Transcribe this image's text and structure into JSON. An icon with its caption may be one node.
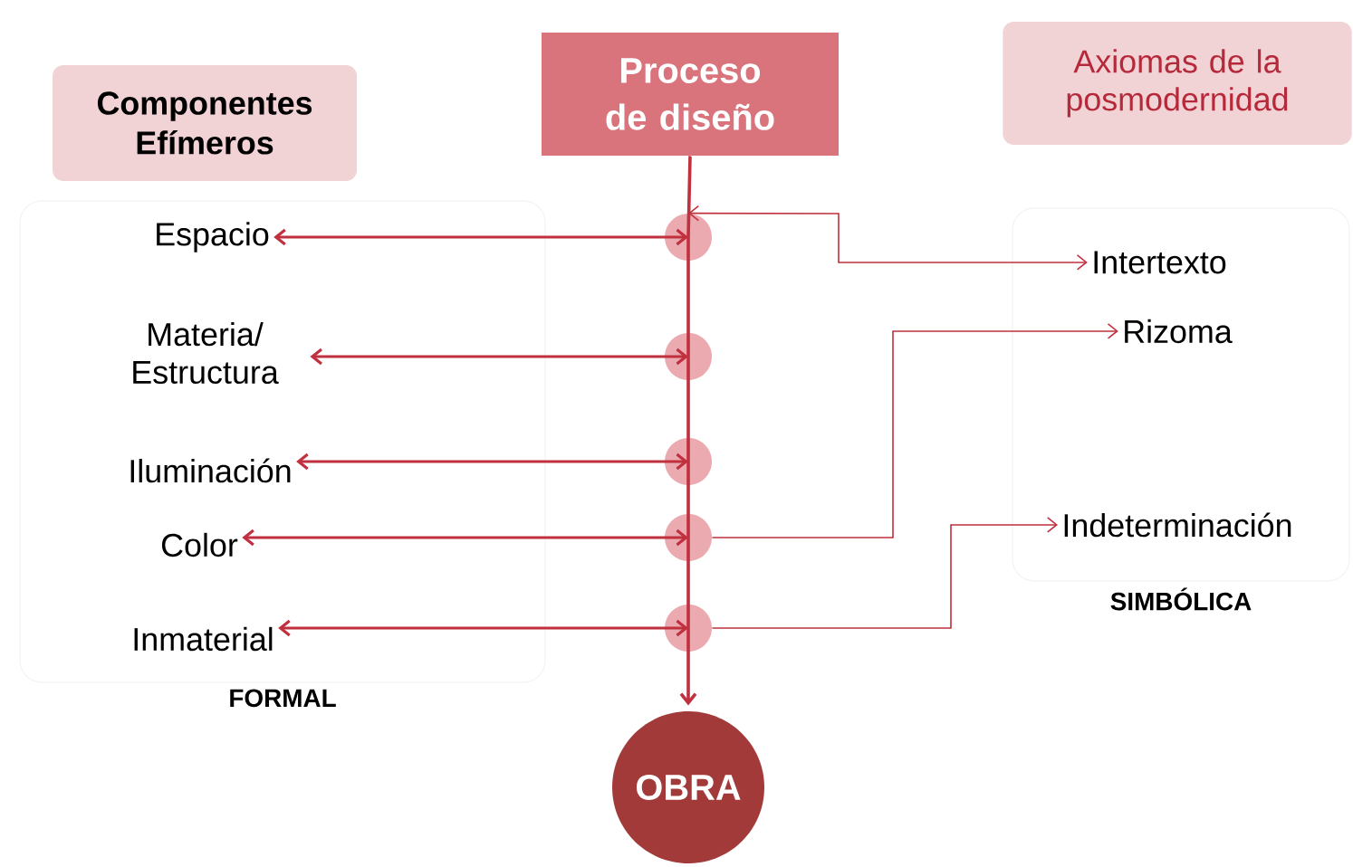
{
  "diagram": {
    "nodes": [
      {
        "text": [
          "Componentes Efímeros"
        ]
      },
      {
        "text": [
          "Proceso de diseño"
        ]
      },
      {
        "text": [
          "Axiomas de la posmodernidad"
        ]
      },
      {
        "text": [
          "FORMAL"
        ]
      },
      {
        "text": [
          "Espacio"
        ],
        "in": 3
      },
      {
        "text": [
          "Materia/ Estructura"
        ],
        "in": 3
      },
      {
        "text": [
          "Iluminación"
        ],
        "in": 3
      },
      {
        "text": [
          "Color"
        ],
        "in": 3
      },
      {
        "text": [
          "Inmaterial"
        ],
        "in": 3
      },
      {
        "text": [
          "SIMBÓLICA"
        ]
      },
      {
        "text": [
          "Intertexto"
        ],
        "in": 9
      },
      {
        "text": [
          "Rizoma"
        ],
        "in": 9
      },
      {
        "text": [
          "Indeterminación"
        ],
        "in": 9
      },
      {
        "text": [],
        "shape": "circle"
      },
      {
        "text": [],
        "shape": "circle"
      },
      {
        "text": [],
        "shape": "circle"
      },
      {
        "text": [],
        "shape": "circle"
      },
      {
        "text": [],
        "shape": "circle"
      },
      {
        "text": [
          "OBRA"
        ]
      }
    ],
    "edges": [
      {
        "from": 1,
        "to": 13,
        "arrow": "none"
      },
      {
        "from": 13,
        "to": 14,
        "arrow": "none"
      },
      {
        "from": 14,
        "to": 15,
        "arrow": "none"
      },
      {
        "from": 15,
        "to": 16,
        "arrow": "none"
      },
      {
        "from": 16,
        "to": 17,
        "arrow": "none"
      },
      {
        "from": 17,
        "to": 18,
        "arrow": "to"
      },
      {
        "from": 13,
        "to": 4,
        "arrow": "both"
      },
      {
        "from": 14,
        "to": 5,
        "arrow": "both"
      },
      {
        "from": 15,
        "to": 6,
        "arrow": "both"
      },
      {
        "from": 16,
        "to": 7,
        "arrow": "both"
      },
      {
        "from": 17,
        "to": 8,
        "arrow": "both"
      },
      {
        "from": 13,
        "to": 10,
        "arrow": "both"
      },
      {
        "from": 16,
        "to": 11,
        "arrow": "to"
      },
      {
        "from": 17,
        "to": 12,
        "arrow": "to"
      }
    ]
  }
}
